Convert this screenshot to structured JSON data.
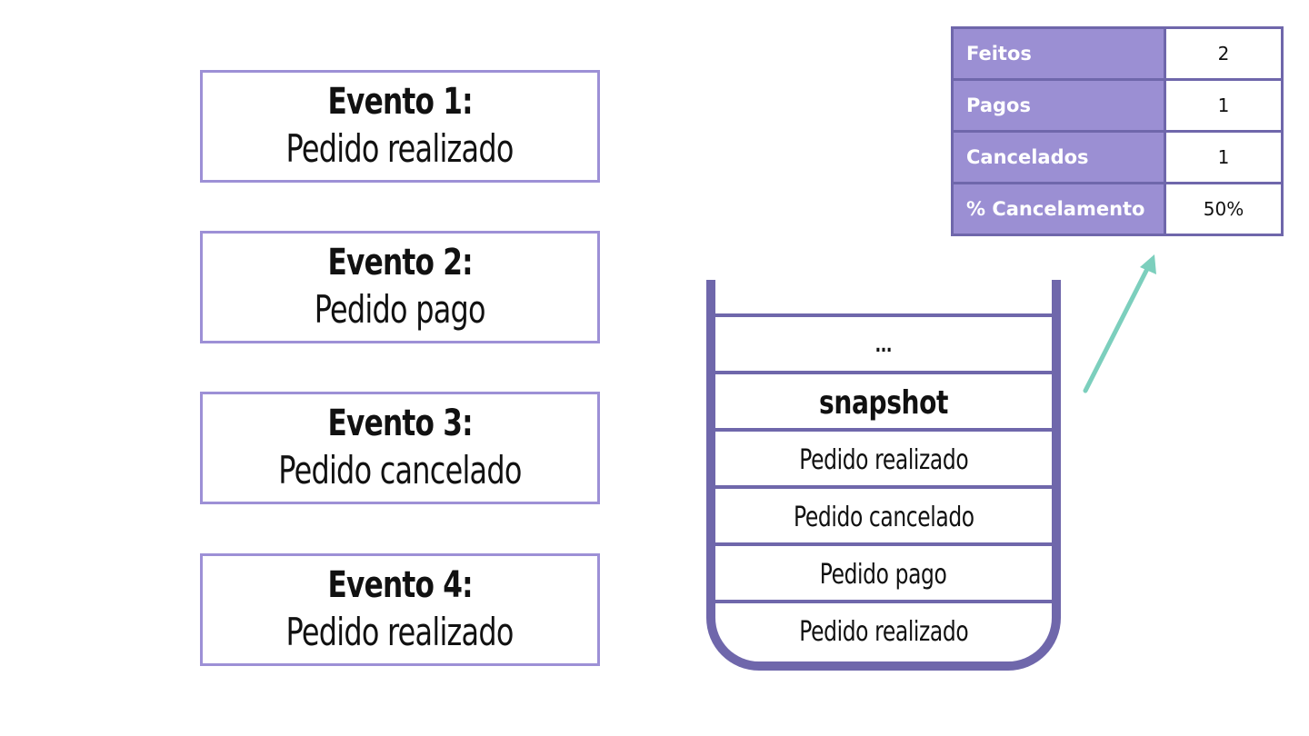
{
  "events": [
    {
      "title": "Evento 1:",
      "description": "Pedido realizado"
    },
    {
      "title": "Evento 2:",
      "description": "Pedido pago"
    },
    {
      "title": "Evento 3:",
      "description": "Pedido cancelado"
    },
    {
      "title": "Evento 4:",
      "description": "Pedido realizado"
    }
  ],
  "stack": {
    "rows": [
      "...",
      "snapshot",
      "Pedido realizado",
      "Pedido cancelado",
      "Pedido pago",
      "Pedido realizado"
    ]
  },
  "summary": {
    "rows": [
      {
        "label": "Feitos",
        "value": "2"
      },
      {
        "label": "Pagos",
        "value": "1"
      },
      {
        "label": "Cancelados",
        "value": "1"
      },
      {
        "label": "% Cancelamento",
        "value": "50%"
      }
    ]
  },
  "colors": {
    "event_border": "#9d90d6",
    "stack_border": "#6f67ab",
    "table_label_bg": "#9b8fd3",
    "arrow": "#7ccfbd"
  }
}
